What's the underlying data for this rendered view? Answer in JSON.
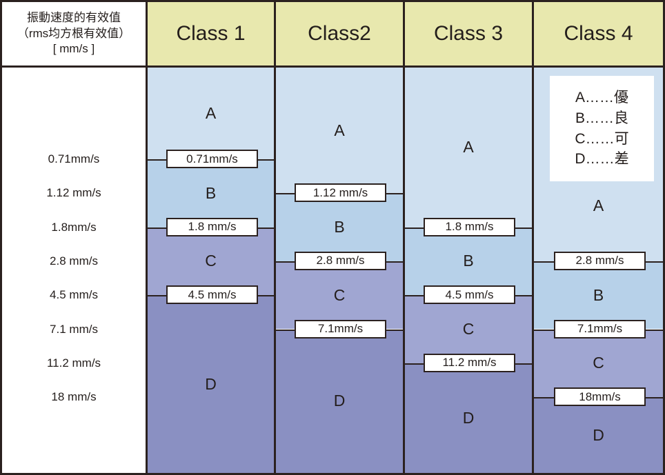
{
  "header": {
    "axis_title_lines": [
      "振動速度的有效值",
      "（rms均方根有效值）",
      "[ mm/s ]"
    ],
    "classes": [
      "Class 1",
      "Class2",
      "Class 3",
      "Class 4"
    ]
  },
  "legend": {
    "items": [
      "A……優",
      "B……良",
      "C……可",
      "D……差"
    ]
  },
  "axis": {
    "ticks": [
      "0.71mm/s",
      "1.12 mm/s",
      "1.8mm/s",
      "2.8 mm/s",
      "4.5 mm/s",
      "7.1 mm/s",
      "11.2 mm/s",
      "18 mm/s"
    ]
  },
  "colors": {
    "header_fill": "#e8e8ae",
    "zone_a": "#cfe0f0",
    "zone_b": "#b7d1e9",
    "zone_c": "#a0a6d2",
    "zone_d": "#8a90c2",
    "line": "#2b211f",
    "background": "#ffffff"
  },
  "chart_data": {
    "type": "table",
    "title": "振動速度的有效值（rms均方根有效值）[ mm/s ]",
    "ylabel": "mm/s",
    "axis_ticks": [
      0.71,
      1.12,
      1.8,
      2.8,
      4.5,
      7.1,
      11.2,
      18
    ],
    "zone_labels": [
      "A",
      "B",
      "C",
      "D"
    ],
    "zone_meanings": [
      "優",
      "良",
      "可",
      "差"
    ],
    "categories": [
      "Class 1",
      "Class2",
      "Class 3",
      "Class 4"
    ],
    "series": [
      {
        "name": "Class 1",
        "boundaries": [
          0.71,
          1.8,
          4.5
        ],
        "boundary_labels": [
          "0.71mm/s",
          "1.8 mm/s",
          "4.5 mm/s"
        ],
        "zones": [
          {
            "label": "A",
            "upper": 0.71
          },
          {
            "label": "B",
            "lower": 0.71,
            "upper": 1.8
          },
          {
            "label": "C",
            "lower": 1.8,
            "upper": 4.5
          },
          {
            "label": "D",
            "lower": 4.5
          }
        ]
      },
      {
        "name": "Class2",
        "boundaries": [
          1.12,
          2.8,
          7.1
        ],
        "boundary_labels": [
          "1.12 mm/s",
          "2.8 mm/s",
          "7.1mm/s"
        ],
        "zones": [
          {
            "label": "A",
            "upper": 1.12
          },
          {
            "label": "B",
            "lower": 1.12,
            "upper": 2.8
          },
          {
            "label": "C",
            "lower": 2.8,
            "upper": 7.1
          },
          {
            "label": "D",
            "lower": 7.1
          }
        ]
      },
      {
        "name": "Class 3",
        "boundaries": [
          1.8,
          4.5,
          11.2
        ],
        "boundary_labels": [
          "1.8 mm/s",
          "4.5 mm/s",
          "11.2 mm/s"
        ],
        "zones": [
          {
            "label": "A",
            "upper": 1.8
          },
          {
            "label": "B",
            "lower": 1.8,
            "upper": 4.5
          },
          {
            "label": "C",
            "lower": 4.5,
            "upper": 11.2
          },
          {
            "label": "D",
            "lower": 11.2
          }
        ]
      },
      {
        "name": "Class 4",
        "boundaries": [
          2.8,
          7.1,
          18
        ],
        "boundary_labels": [
          "2.8 mm/s",
          "7.1mm/s",
          "18mm/s"
        ],
        "zones": [
          {
            "label": "A",
            "upper": 2.8
          },
          {
            "label": "B",
            "lower": 2.8,
            "upper": 7.1
          },
          {
            "label": "C",
            "lower": 7.1,
            "upper": 18
          },
          {
            "label": "D",
            "lower": 18
          }
        ]
      }
    ]
  }
}
